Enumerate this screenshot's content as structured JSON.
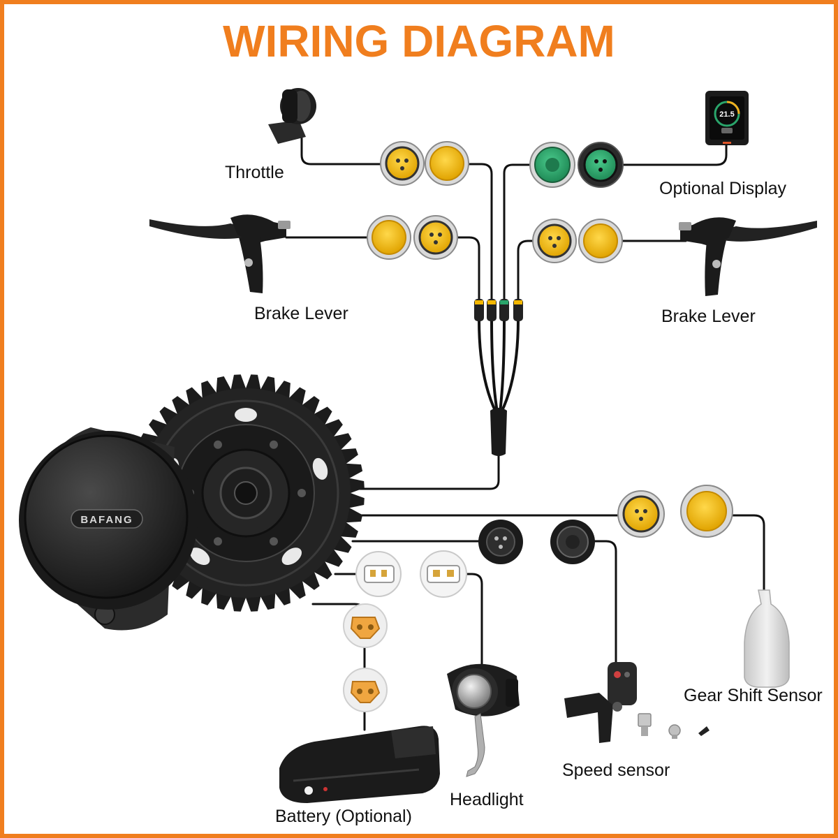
{
  "title": "WIRING DIAGRAM",
  "colors": {
    "accent": "#f07e1e",
    "wire": "#111111",
    "connector_yellow": "#f5b800",
    "connector_green": "#2aa56b",
    "device_dark": "#1c1c1c"
  },
  "motor": {
    "brand": "BAFANG"
  },
  "labels": {
    "throttle": "Throttle",
    "optional_display": "Optional Display",
    "brake_lever_left": "Brake Lever",
    "brake_lever_right": "Brake Lever",
    "gear_shift_sensor": "Gear Shift Sensor",
    "speed_sensor": "Speed sensor",
    "headlight": "Headlight",
    "battery": "Battery (Optional)"
  },
  "display": {
    "speed_reading": "21.5"
  }
}
